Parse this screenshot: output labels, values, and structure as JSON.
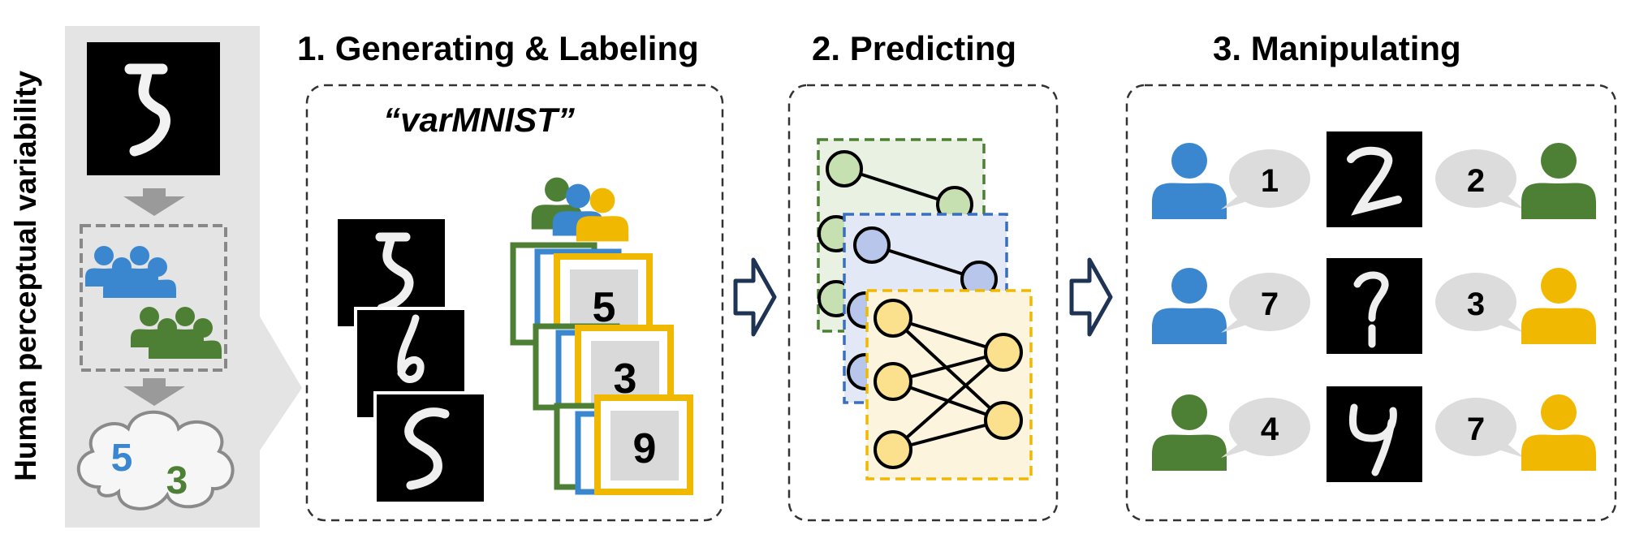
{
  "side_label": "Human perceptual variability",
  "sections": [
    {
      "title": "1. Generating & Labeling",
      "dataset_name": "“varMNIST”"
    },
    {
      "title": "2. Predicting"
    },
    {
      "title": "3. Manipulating"
    }
  ],
  "cloud_labels": [
    "5",
    "3"
  ],
  "label_cards": [
    "5",
    "3",
    "9"
  ],
  "manipulation_rows": [
    {
      "left_label": "1",
      "right_label": "2"
    },
    {
      "left_label": "7",
      "right_label": "3"
    },
    {
      "left_label": "4",
      "right_label": "7"
    }
  ],
  "colors": {
    "blue": "#3a87d0",
    "green": "#4d7f34",
    "yellow": "#f0b800",
    "green_layer": "#e9f2e2",
    "blue_layer": "#e3e8f6",
    "yellow_layer": "#fdf4dd",
    "bubble": "#dcdcdc",
    "side_panel": "#e4e4e4",
    "arrow": "#1f3354"
  },
  "icons": [
    "person-icon",
    "user-group-icon",
    "network-icon",
    "arrow-right-icon",
    "thought-cloud-icon",
    "speech-bubble-icon"
  ]
}
